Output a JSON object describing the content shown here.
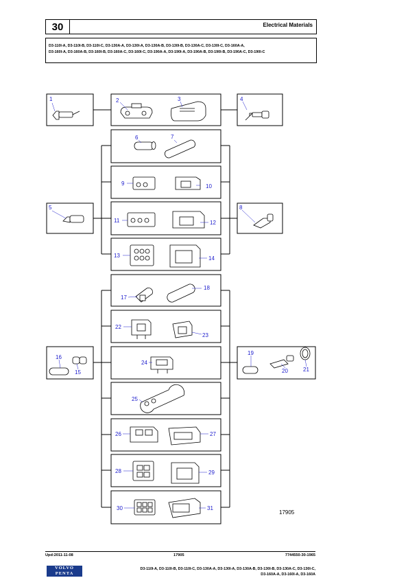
{
  "header": {
    "page_number": "30",
    "title": "Electrical Materials",
    "models_line1": "D3-110I-A, D3-110I-B, D3-110I-C, D3-130A-A, D3-130I-A, D3-130A-B, D3-130I-B, D3-130A-C, D3-130I-C, D3-160A-A,",
    "models_line2": "D3-160I-A, D3-160A-B, D3-160I-B, D3-160A-C, D3-160I-C, D3-190A-A, D3-190I-A, D3-190A-B, D3-190I-B, D3-190A-C, D3-190I-C"
  },
  "figure": {
    "id": "17905",
    "callouts": [
      "1",
      "2",
      "3",
      "4",
      "5",
      "6",
      "7",
      "8",
      "9",
      "10",
      "11",
      "12",
      "13",
      "14",
      "15",
      "16",
      "17",
      "18",
      "19",
      "20",
      "21",
      "22",
      "23",
      "24",
      "25",
      "26",
      "27",
      "28",
      "29",
      "30",
      "31"
    ]
  },
  "footer": {
    "updated": "Upd:2011-11-08",
    "figure_ref": "17905",
    "document_ref": "7744550-30-1965",
    "models_line1": "D3-110I-A, D3-110I-B, D3-110I-C, D3-130A-A, D3-130I-A, D3-130A-B, D3-130I-B, D3-130A-C, D3-130I-C,",
    "models_line2": "D3-160A-A, D3-160I-A, D3-160A",
    "logo_line1": "VOLVO",
    "logo_line2": "PENTA"
  }
}
